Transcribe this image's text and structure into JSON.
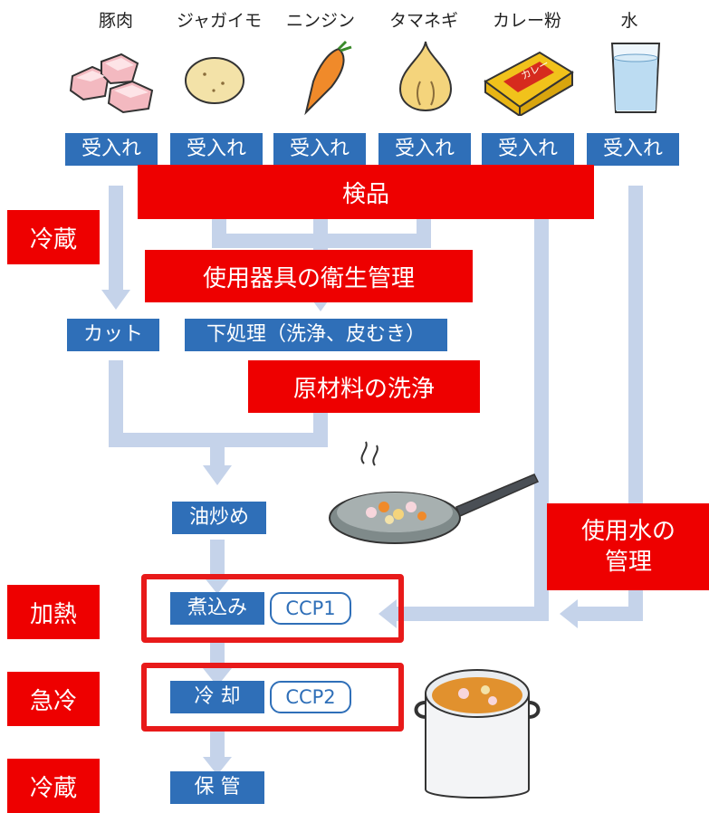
{
  "ingredients": [
    {
      "name": "豚肉",
      "icon": "pork-icon"
    },
    {
      "name": "ジャガイモ",
      "icon": "potato-icon"
    },
    {
      "name": "ニンジン",
      "icon": "carrot-icon"
    },
    {
      "name": "タマネギ",
      "icon": "onion-icon"
    },
    {
      "name": "カレー粉",
      "icon": "curry-powder-icon"
    },
    {
      "name": "水",
      "icon": "water-glass-icon"
    }
  ],
  "receive_label": "受入れ",
  "curry_box_text": "カレー",
  "steps": {
    "cut": "カット",
    "preprocess": "下処理（洗浄、皮むき）",
    "fry": "油炒め",
    "simmer": "煮込み",
    "cool": "冷 却",
    "store": "保 管"
  },
  "ccp": {
    "ccp1": "CCP1",
    "ccp2": "CCP2"
  },
  "annotations": {
    "inspection": "検品",
    "refrigerate_top": "冷蔵",
    "utensil_hygiene": "使用器具の衛生管理",
    "ingredient_washing": "原材料の洗浄",
    "water_management_line1": "使用水の",
    "water_management_line2": "管理",
    "heating": "加熱",
    "rapid_cooling": "急冷",
    "refrigerate_bottom": "冷蔵"
  },
  "colors": {
    "step_blue": "#2f6fb8",
    "flow_lightblue": "#c5d3ea",
    "annotation_red": "#ee0000"
  }
}
